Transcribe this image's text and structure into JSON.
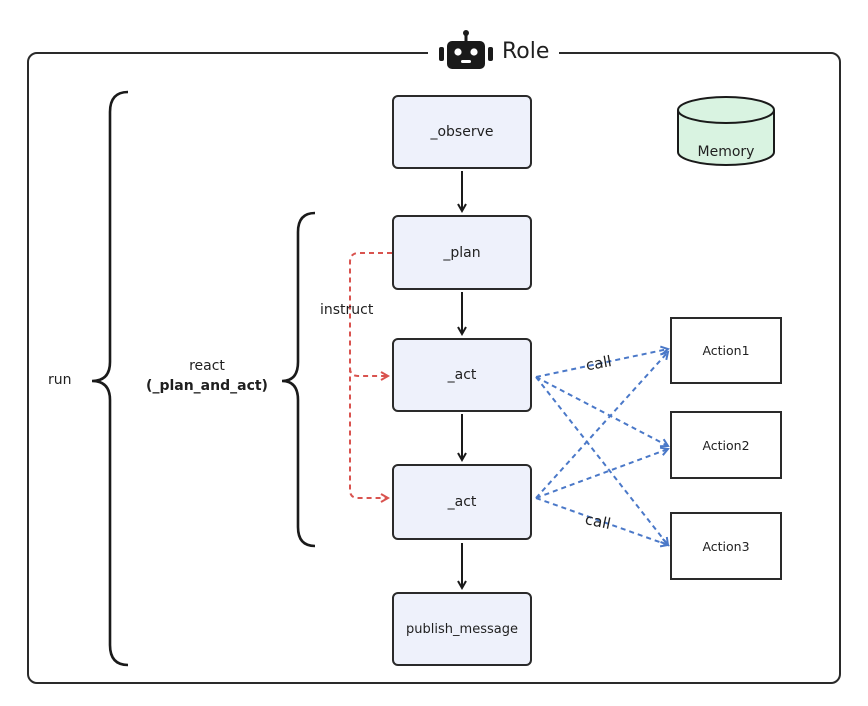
{
  "role": {
    "title": "Role",
    "icon": "robot-icon"
  },
  "memory": {
    "label": "Memory",
    "color": "#d9f3e1"
  },
  "left_labels": {
    "run": "run",
    "react": "react",
    "react_sub": "(_plan_and_act)",
    "instruct": "instruct"
  },
  "steps": {
    "observe": "_observe",
    "plan": "_plan",
    "act1": "_act",
    "act2": "_act",
    "publish": "publish_message"
  },
  "actions": [
    "Action1",
    "Action2",
    "Action3"
  ],
  "edge_labels": {
    "call_top": "call",
    "call_bottom": "call"
  },
  "colors": {
    "box_fill": "#eef1fb",
    "instruct_edge": "#d9534f",
    "call_edge": "#4a78c8",
    "stroke": "#2a2a2a"
  }
}
